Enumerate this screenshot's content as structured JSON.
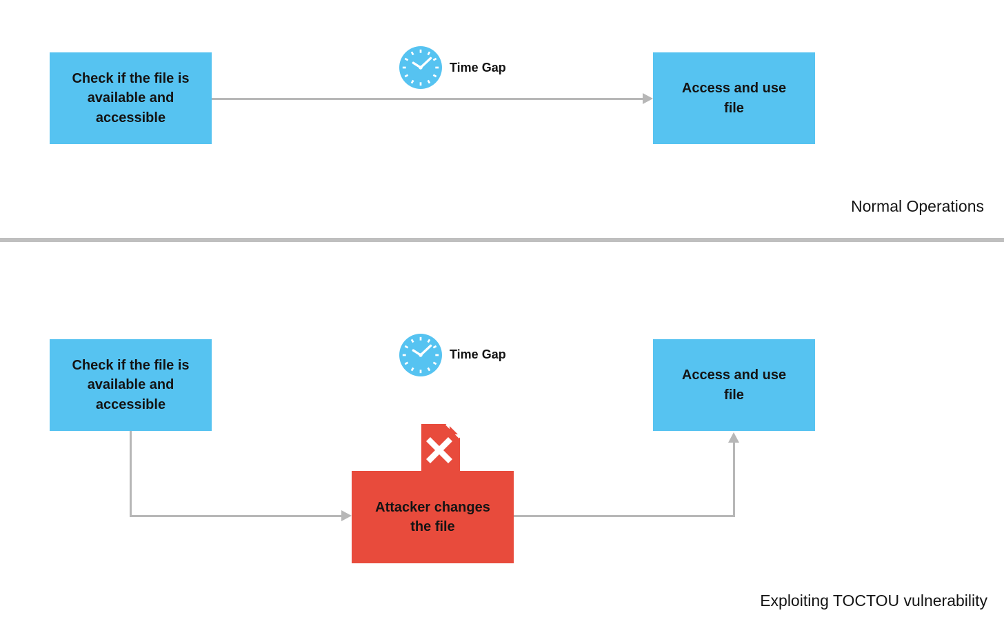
{
  "colors": {
    "box_blue": "#56c3f1",
    "box_red": "#e84b3c",
    "line_gray": "#b7b7b7",
    "divider_gray": "#bfbfbf",
    "text_dark": "#141414",
    "icon_white": "#ffffff"
  },
  "normal_section": {
    "section_label": "Normal Operations",
    "check_box_label": "Check if the file is\navailable and\naccessible",
    "access_box_label": "Access and use\nfile",
    "time_gap_label": "Time Gap"
  },
  "exploit_section": {
    "section_label": "Exploiting TOCTOU vulnerability",
    "check_box_label": "Check if the file is\navailable and\naccessible",
    "access_box_label": "Access and use\nfile",
    "attacker_box_label": "Attacker changes\nthe file",
    "time_gap_label": "Time Gap"
  }
}
